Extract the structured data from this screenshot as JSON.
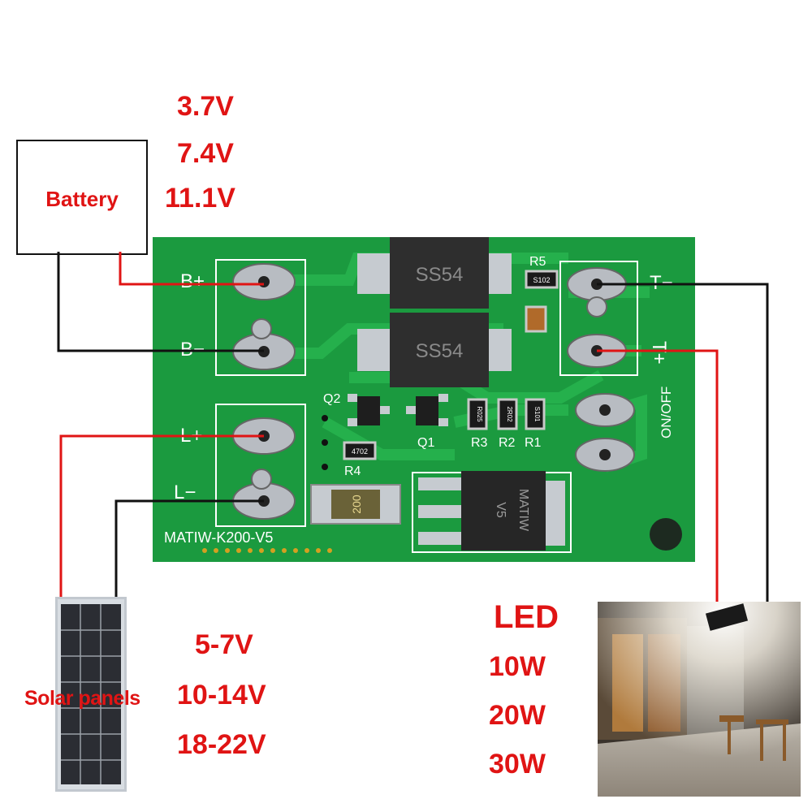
{
  "battery": {
    "label": "Battery",
    "voltages": [
      "3.7V",
      "7.4V",
      "11.1V"
    ]
  },
  "solar": {
    "label": "Solar panels",
    "voltages": [
      "5-7V",
      "10-14V",
      "18-22V"
    ]
  },
  "led": {
    "title": "LED",
    "wattages": [
      "10W",
      "20W",
      "30W"
    ]
  },
  "board": {
    "model": "MATIW-K200-V5",
    "terminals": {
      "b_plus": "B+",
      "b_minus": "B−",
      "l_plus": "L+",
      "l_minus": "L−",
      "t_minus": "T−",
      "t_plus": "T+",
      "switch": "ON/OFF"
    },
    "components": {
      "diode_top": "SS54",
      "diode_bottom": "SS54",
      "q1": "Q1",
      "q2": "Q2",
      "r1": "R1",
      "r2": "R2",
      "r3": "R3",
      "r4": "R4",
      "r5": "R5",
      "r5_code": "S102",
      "r4_code": "4702",
      "r3_code": "R025",
      "r2_code": "2R02",
      "r1_code": "S101",
      "shunt_code": "200",
      "regulator_top": "MATIW",
      "regulator_bottom": "V5"
    }
  },
  "colors": {
    "label_red": "#e01414",
    "wire_red": "#e01414",
    "wire_black": "#111111",
    "pcb_green": "#1b9a3f",
    "pcb_trace": "#22ad48"
  }
}
